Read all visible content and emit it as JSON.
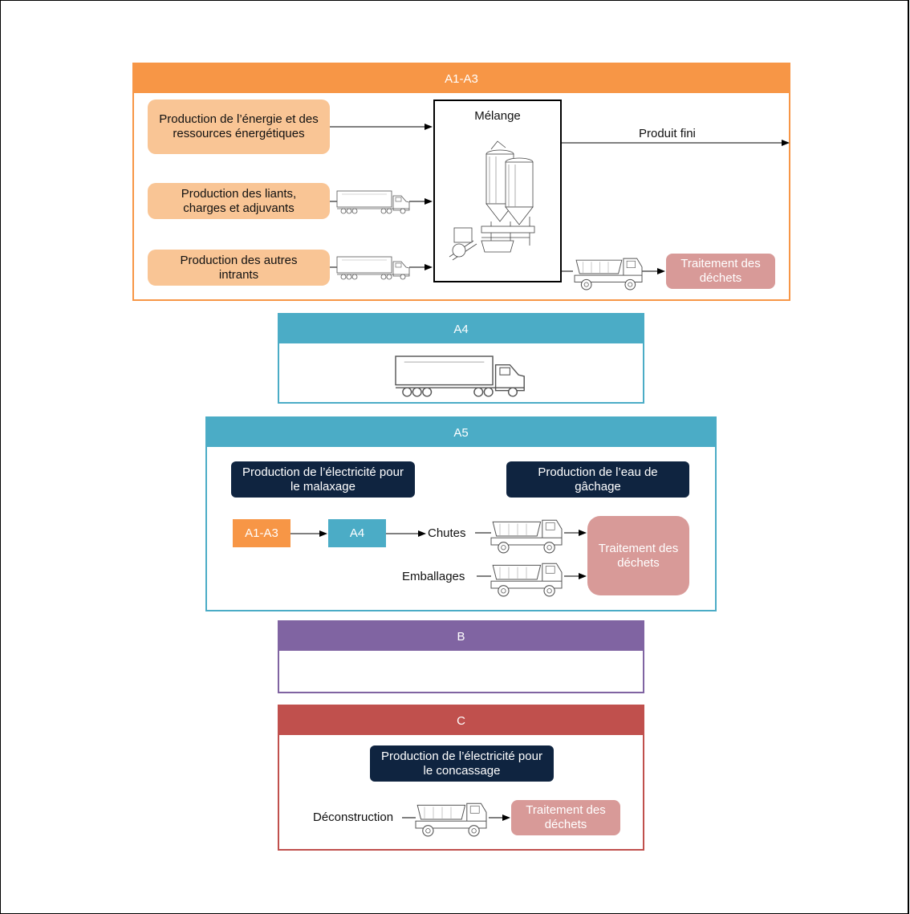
{
  "colors": {
    "a1a3": "#f79646",
    "a4": "#4bacc6",
    "b": "#8064a2",
    "c": "#c0504d",
    "peach": "#f9c595",
    "pink": "#d89a98",
    "navy": "#0f2440"
  },
  "a1a3": {
    "title": "A1-A3",
    "input_energy": "Production de l’énergie et des ressources énergétiques",
    "input_binders": "Production des liants, charges et adjuvants",
    "input_other": "Production des autres intrants",
    "mixing_label": "Mélange",
    "finished_product": "Produit fini",
    "waste_treatment": "Traitement des déchets",
    "icons": [
      "silo-plant-icon",
      "truck-icon",
      "dump-truck-icon"
    ]
  },
  "a4": {
    "title": "A4",
    "icons": [
      "truck-icon"
    ]
  },
  "a5": {
    "title": "A5",
    "electricity_mixing": "Production de l’électricité pour le malaxage",
    "water": "Production de l’eau de gâchage",
    "box_a1a3": "A1-A3",
    "box_a4": "A4",
    "scraps": "Chutes",
    "packaging": "Emballages",
    "waste_treatment": "Traitement des déchets"
  },
  "b": {
    "title": "B"
  },
  "c": {
    "title": "C",
    "electricity_crushing": "Production de l’électricité pour le concassage",
    "deconstruction": "Déconstruction",
    "waste_treatment": "Traitement des déchets"
  }
}
